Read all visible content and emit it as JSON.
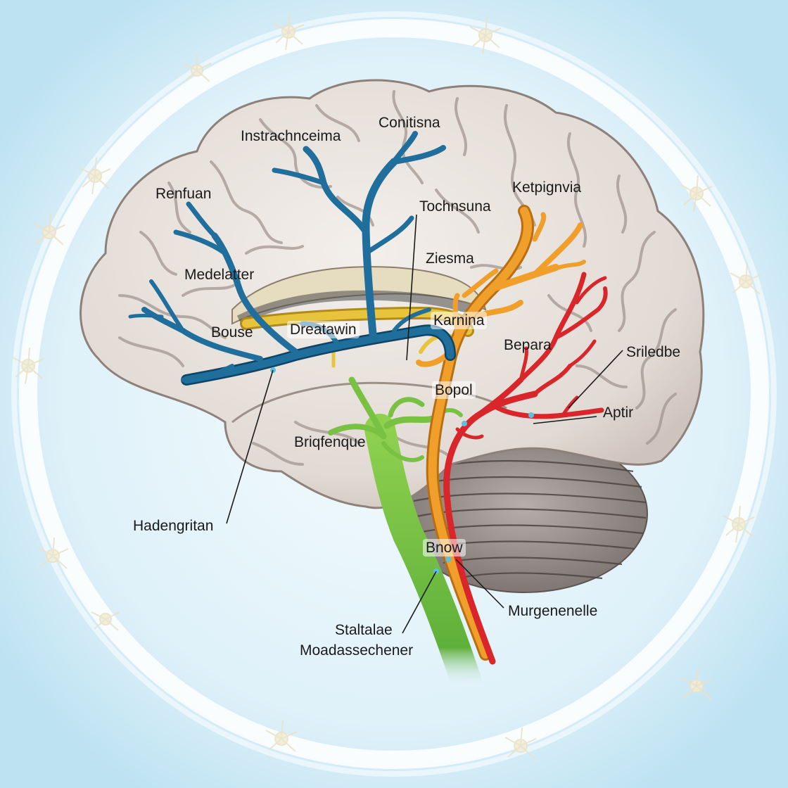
{
  "colors": {
    "background": "#cfeaf6",
    "halo": "#ffffff",
    "brain": "#e9e3de",
    "sulci": "#9d9089",
    "cerebellum": "#8c827e",
    "vessel_blue": "#1f6e9c",
    "vessel_orange": "#f0a02a",
    "vessel_red": "#d8262a",
    "vessel_green": "#79c143",
    "vessel_yellow": "#e8c43c"
  },
  "icons": [
    "neuron-icon"
  ],
  "labels": {
    "instrachnceima": "Instrachnceima",
    "conitisna": "Conitisna",
    "renfuan": "Renfuan",
    "ketpignvia": "Ketpignvia",
    "tochnsuna": "Tochnsuna",
    "medelatter": "Medelatter",
    "ziesma": "Ziesma",
    "karnina": "Karnina",
    "bouse": "Bouse",
    "dreatawin": "Dreatawin",
    "bepara": "Bepara",
    "sriledbe": "Sriledbe",
    "bopol": "Bopol",
    "aptir": "Aptir",
    "briqfenque": "Briqfenque",
    "hadengritan": "Hadengritan",
    "bnow": "Bnow",
    "murgenenelle": "Murgenenelle",
    "staltalae": "Staltalae",
    "moadassechener": "Moadassechener"
  }
}
